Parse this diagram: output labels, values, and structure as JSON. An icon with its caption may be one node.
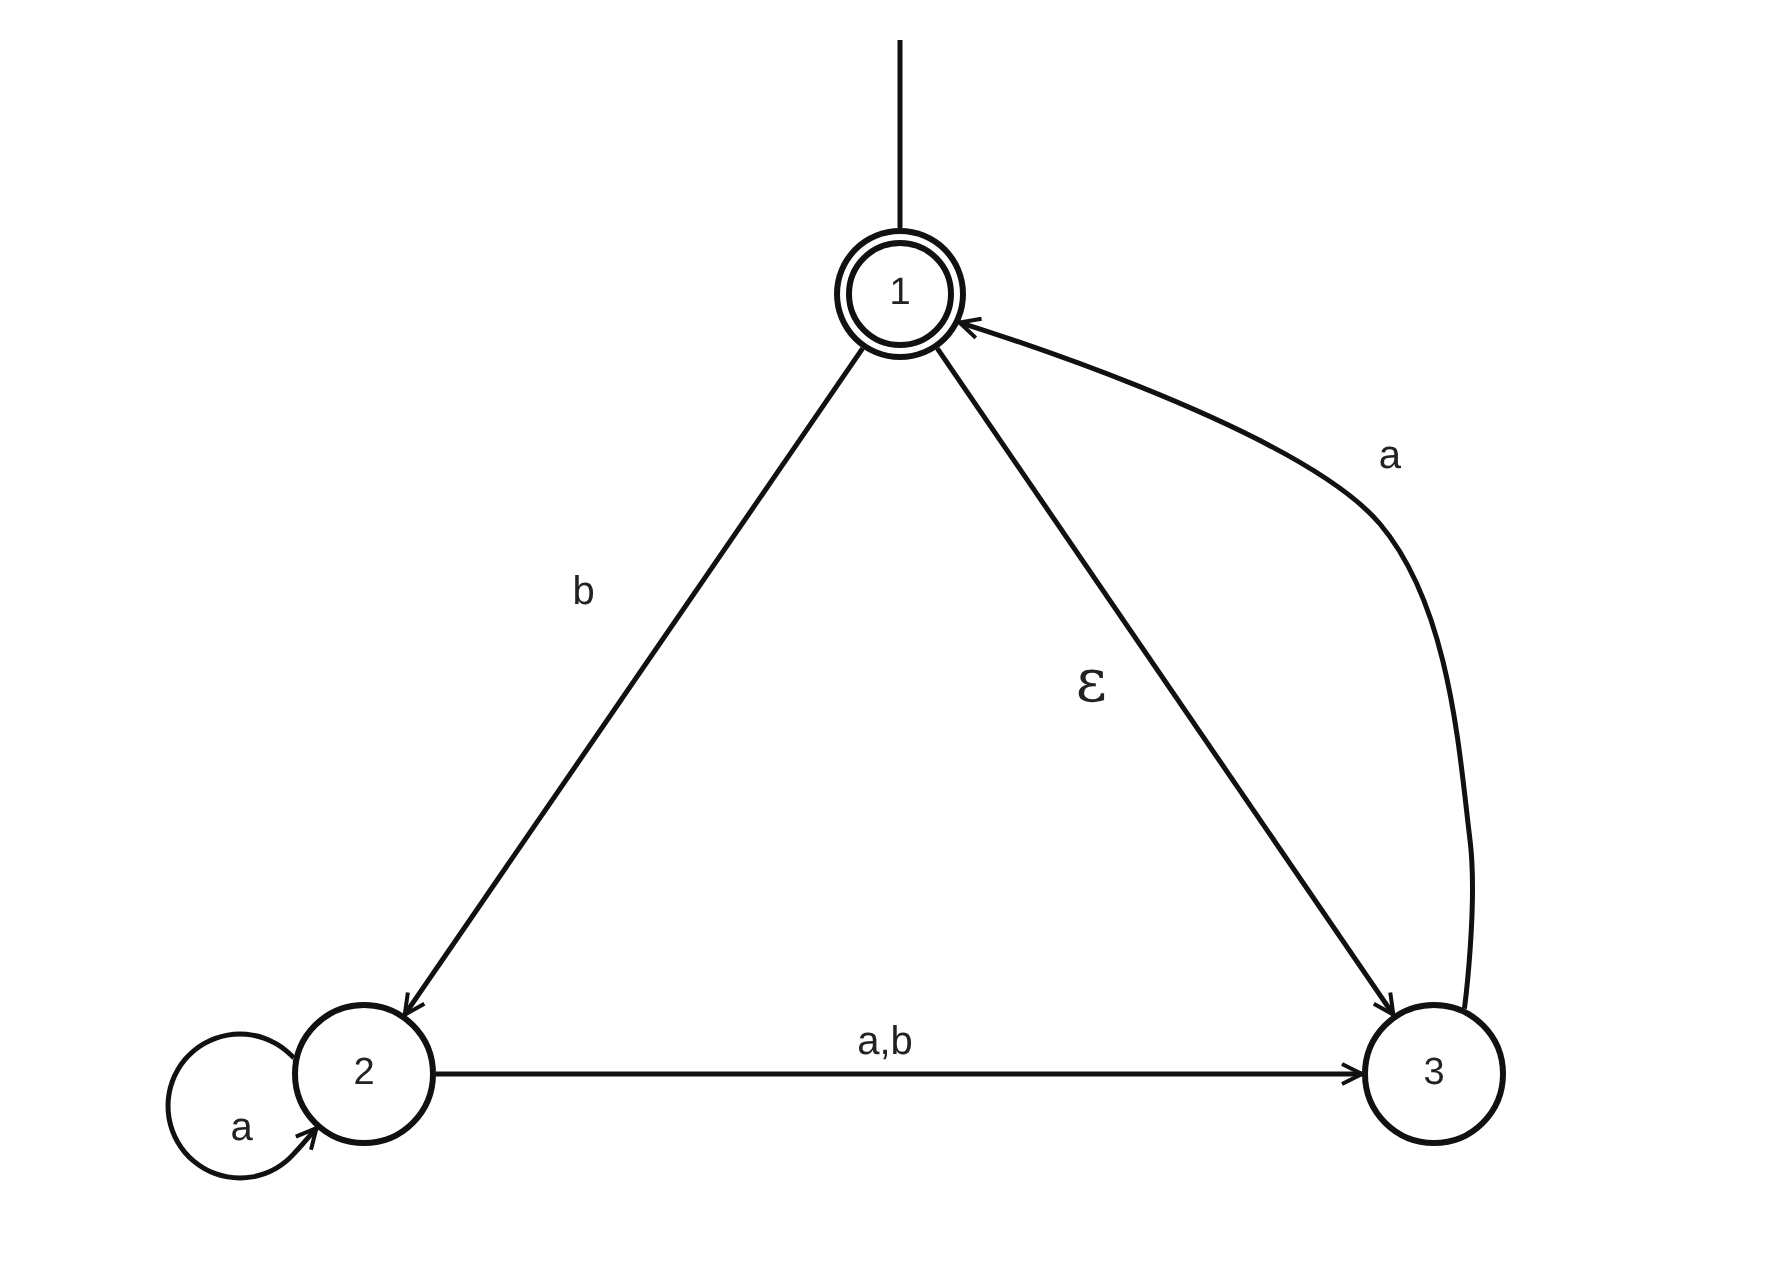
{
  "diagram": {
    "nodes": [
      {
        "text": [
          "1"
        ]
      },
      {
        "text": [
          "2"
        ]
      },
      {
        "text": [
          "3"
        ]
      }
    ],
    "edges": [
      {
        "from": null,
        "to": 0,
        "arrow": "none"
      },
      {
        "from": 0,
        "to": 1,
        "label": "b",
        "arrow": "to"
      },
      {
        "from": 0,
        "to": 2,
        "label": "ε",
        "arrow": "to"
      },
      {
        "from": 2,
        "to": 0,
        "label": "a",
        "arrow": "to"
      },
      {
        "from": 1,
        "to": 2,
        "label": "a,b",
        "arrow": "to"
      },
      {
        "from": 1,
        "to": 1,
        "label": "a",
        "arrow": "to"
      }
    ]
  }
}
